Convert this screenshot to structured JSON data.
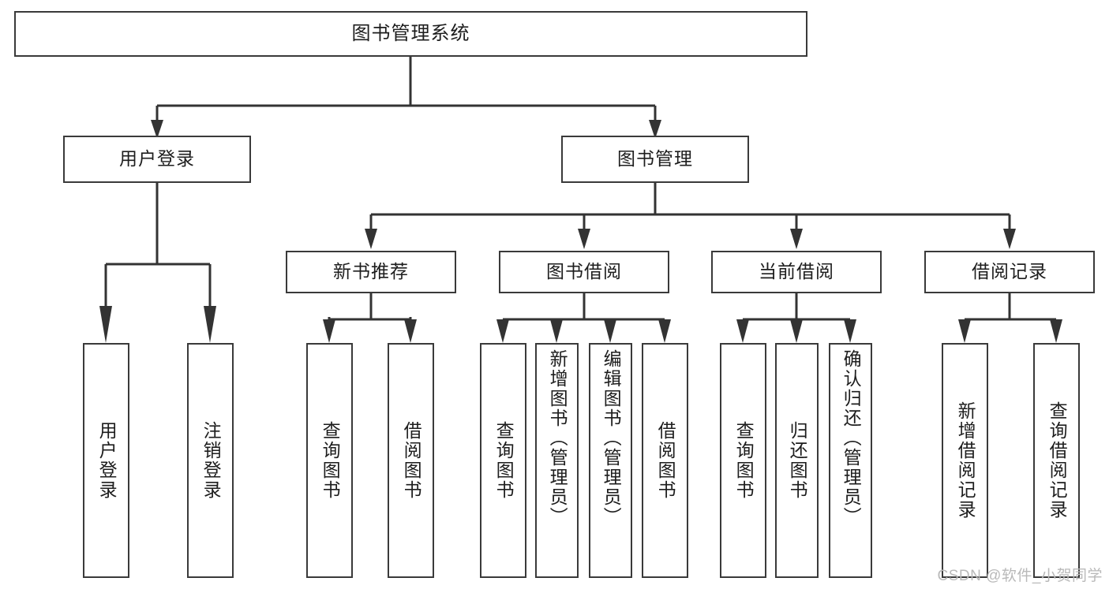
{
  "diagram": {
    "title": "图书管理系统",
    "type": "tree-hierarchy",
    "watermark": "CSDN @软件_小贺同学",
    "colors": {
      "box_border": "#3a3a3a",
      "box_fill": "#ffffff",
      "connector": "#333333",
      "text": "#1d1d1d",
      "watermark": "#b9b9b9",
      "background": "#ffffff"
    }
  },
  "nodes": {
    "root": {
      "label": "图书管理系统"
    },
    "level2": [
      {
        "id": "user-login",
        "label": "用户登录"
      },
      {
        "id": "book-management",
        "label": "图书管理"
      }
    ],
    "level3": [
      {
        "id": "new-book-recommend",
        "label": "新书推荐"
      },
      {
        "id": "book-borrow",
        "label": "图书借阅"
      },
      {
        "id": "current-borrow",
        "label": "当前借阅"
      },
      {
        "id": "borrow-record",
        "label": "借阅记录"
      }
    ],
    "leaves": {
      "user-login": [
        {
          "id": "leaf-user-login",
          "label": "用户登录"
        },
        {
          "id": "leaf-user-logout",
          "label": "注销登录"
        }
      ],
      "new-book-recommend": [
        {
          "id": "leaf-query-book-1",
          "label": "查询图书"
        },
        {
          "id": "leaf-borrow-book-1",
          "label": "借阅图书"
        }
      ],
      "book-borrow": [
        {
          "id": "leaf-query-book-2",
          "label": "查询图书"
        },
        {
          "id": "leaf-add-book",
          "label": "新增图书（管理员）"
        },
        {
          "id": "leaf-edit-book",
          "label": "编辑图书（管理员）"
        },
        {
          "id": "leaf-borrow-book-2",
          "label": "借阅图书"
        }
      ],
      "current-borrow": [
        {
          "id": "leaf-query-book-3",
          "label": "查询图书"
        },
        {
          "id": "leaf-return-book",
          "label": "归还图书"
        },
        {
          "id": "leaf-confirm-return",
          "label": "确认归还（管理员）"
        }
      ],
      "borrow-record": [
        {
          "id": "leaf-add-record",
          "label": "新增借阅记录"
        },
        {
          "id": "leaf-query-record",
          "label": "查询借阅记录"
        }
      ]
    }
  }
}
